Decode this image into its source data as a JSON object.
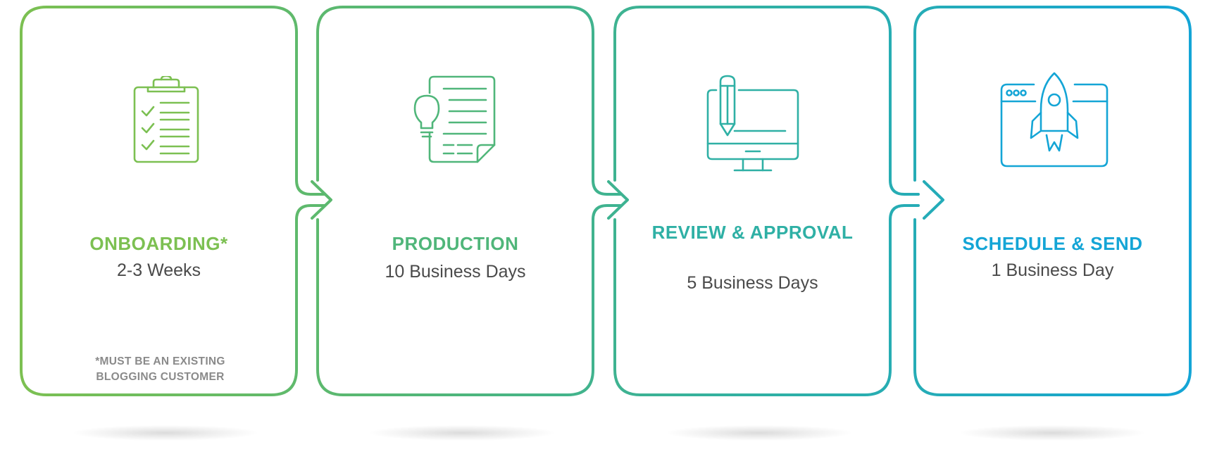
{
  "steps": [
    {
      "title": "ONBOARDING*",
      "subtitle": "2-3 Weeks",
      "note": "*MUST BE AN EXISTING BLOGGING CUSTOMER",
      "icon": "clipboard-checklist-icon",
      "color": "#7cc052"
    },
    {
      "title": "PRODUCTION",
      "subtitle": "10 Business Days",
      "icon": "document-lightbulb-icon",
      "color": "#50b67a"
    },
    {
      "title": "REVIEW & APPROVAL",
      "subtitle": "5 Business Days",
      "icon": "monitor-pencil-icon",
      "color": "#2fb0a5"
    },
    {
      "title": "SCHEDULE & SEND",
      "subtitle": "1 Business Day",
      "icon": "browser-rocket-icon",
      "color": "#14a5d6"
    }
  ]
}
